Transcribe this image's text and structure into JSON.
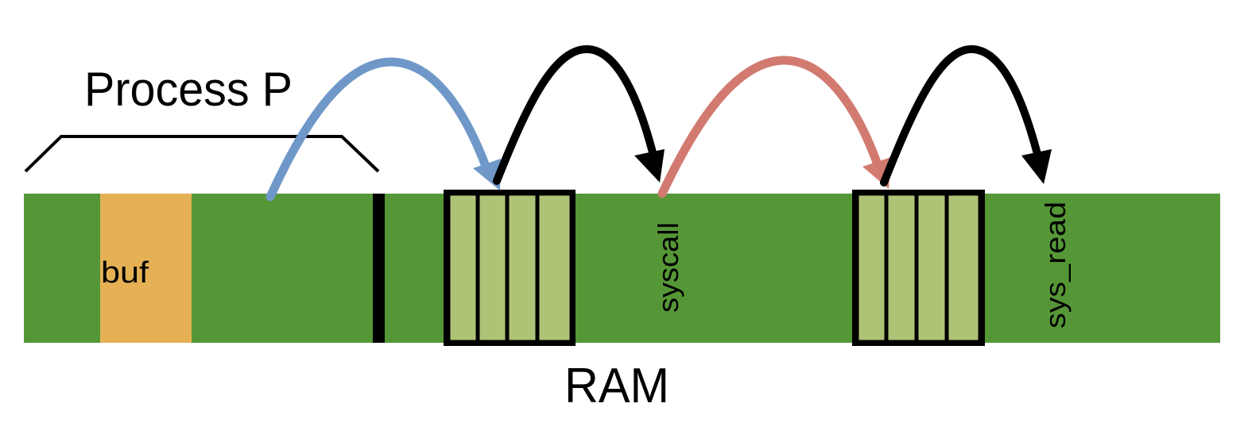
{
  "labels": {
    "process": "Process P",
    "buffer": "buf",
    "syscall": "syscall",
    "sys_read": "sys_read",
    "ram": "RAM"
  },
  "colors": {
    "ram": "#559737",
    "buffer": "#e6b155",
    "slot": "#afc377",
    "border": "#000000",
    "arrow_user": "#6f98c9",
    "arrow_trap": "#d27a70",
    "arrow_kernel": "#000000",
    "background": "#ffffff"
  },
  "tables": [
    {
      "name": "table-1",
      "slots": 4
    },
    {
      "name": "table-2",
      "slots": 4
    }
  ],
  "arrows": [
    {
      "name": "user-to-table-arrow",
      "from": "process",
      "to": "table-1",
      "color": "arrow_user"
    },
    {
      "name": "table-to-syscall-arrow",
      "from": "table-1",
      "to": "syscall",
      "color": "arrow_kernel"
    },
    {
      "name": "syscall-to-table-arrow",
      "from": "syscall",
      "to": "table-2",
      "color": "arrow_trap"
    },
    {
      "name": "table-to-sys-read-arrow",
      "from": "table-2",
      "to": "sys_read",
      "color": "arrow_kernel"
    }
  ]
}
